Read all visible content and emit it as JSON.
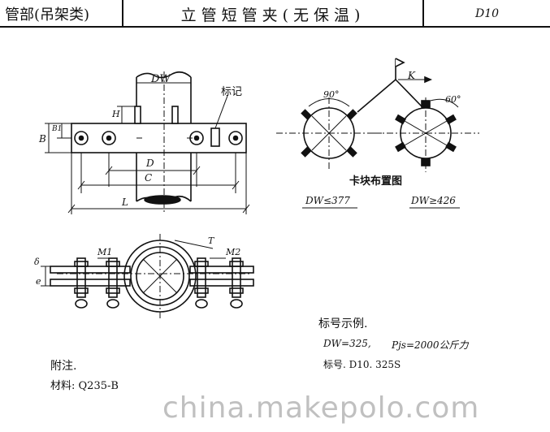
{
  "header": {
    "category": "管部(吊架类)",
    "title": "立管短管夹(无保温)",
    "code": "D10"
  },
  "labels": {
    "dw": "DW",
    "biaoji": "标记",
    "h": "H",
    "b": "B",
    "b1": "B1",
    "d": "D",
    "c": "C",
    "l": "L",
    "angle90": "90°",
    "angle60": "60°",
    "k": "K",
    "layout_title": "卡块布置图",
    "dw_le": "DW≤377",
    "dw_ge": "DW≥426",
    "m1": "M1",
    "m2": "M2",
    "t": "T",
    "delta": "δ",
    "e": "e"
  },
  "example": {
    "heading": "标号示例.",
    "line1a": "DW=325,",
    "line1b": "Pjs=2000公斤力",
    "line2": "标号. D10. 325S"
  },
  "notes": {
    "heading": "附注.",
    "material": "材料: Q235-B"
  },
  "watermark": "china.makepolo.com"
}
